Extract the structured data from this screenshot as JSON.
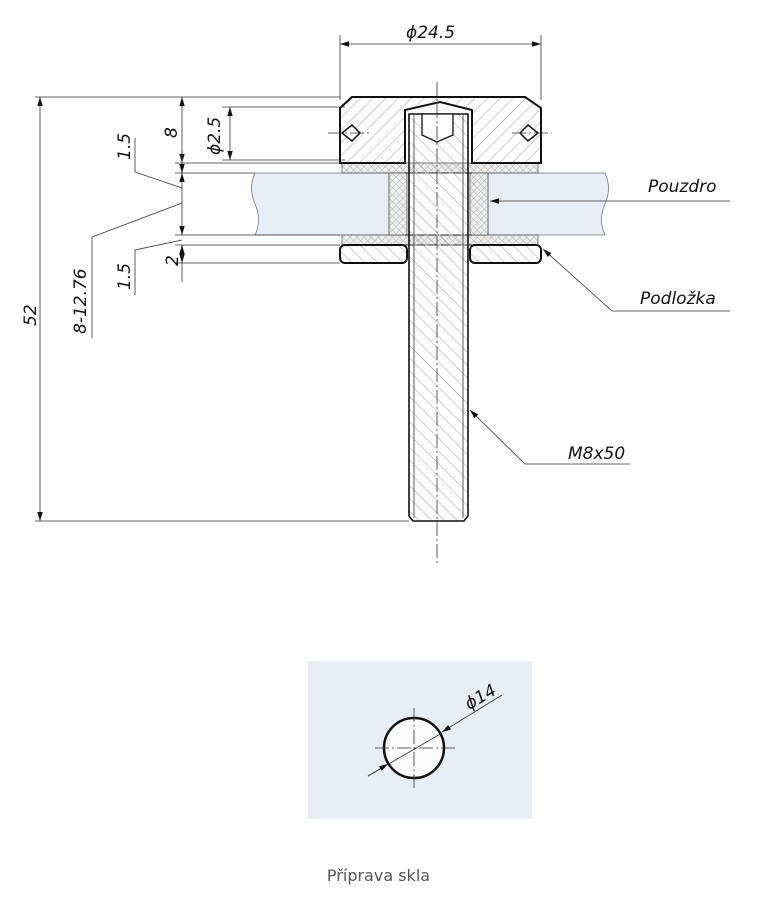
{
  "drawing": {
    "dimensions": {
      "cap_diameter": "ϕ24.5",
      "total_length": "52",
      "cap_height": "8",
      "hole_diameter": "ϕ2.5",
      "washer_top": "1.5",
      "glass_thickness": "8-12.76",
      "washer_bottom": "1.5",
      "bottom_washer": "2"
    },
    "labels": {
      "bushing": "Pouzdro",
      "washer": "Podložka",
      "bolt": "M8x50"
    },
    "colors": {
      "glass": "#e8eef6",
      "line": "#111111"
    }
  },
  "glass_prep": {
    "hole_diameter": "ϕ14",
    "caption": "Příprava skla"
  }
}
